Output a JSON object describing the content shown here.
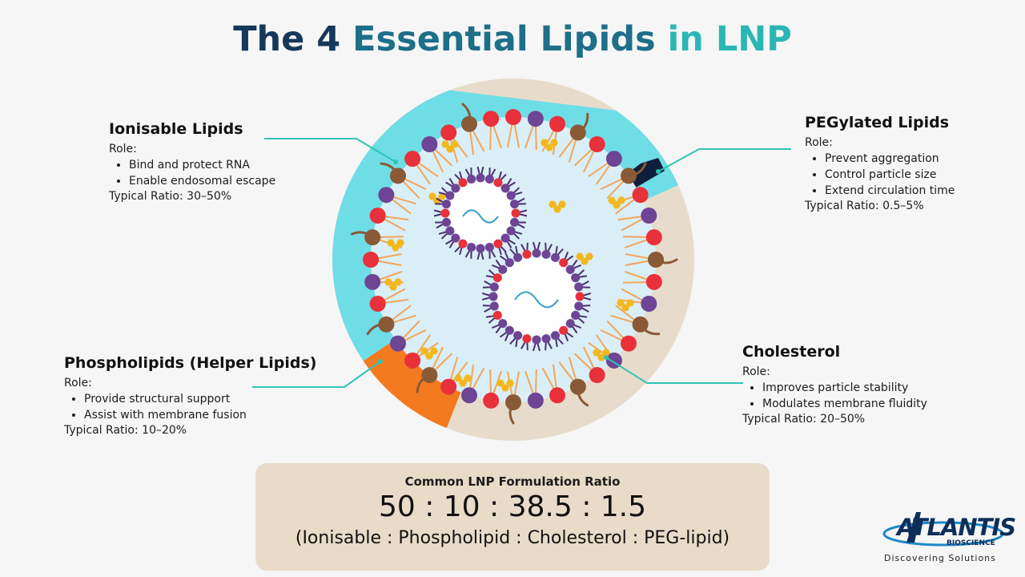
{
  "title": {
    "part1": "The 4 ",
    "part2": "Essential Lipids ",
    "part3": "in LNP"
  },
  "ionisable": {
    "heading": "Ionisable Lipids",
    "role_label": "Role:",
    "bullets": [
      "Bind and protect RNA",
      "Enable endosomal escape"
    ],
    "ratio": "Typical Ratio: 30–50%"
  },
  "pegylated": {
    "heading": "PEGylated Lipids",
    "role_label": "Role:",
    "bullets": [
      "Prevent aggregation",
      "Control particle size",
      "Extend circulation time"
    ],
    "ratio": "Typical Ratio:  0.5–5%"
  },
  "phospholipids": {
    "heading": "Phospholipids (Helper Lipids)",
    "role_label": "Role:",
    "bullets": [
      "Provide structural support",
      "Assist with membrane fusion"
    ],
    "ratio": "Typical Ratio:  10–20%"
  },
  "cholesterol": {
    "heading": "Cholesterol",
    "role_label": "Role:",
    "bullets": [
      "Improves particle stability",
      "Modulates membrane fluidity"
    ],
    "ratio": "Typical Ratio: 20–50%"
  },
  "formulation": {
    "title": "Common LNP Formulation Ratio",
    "ratio": "50 : 10 : 38.5 : 1.5",
    "legend": "(Ionisable : Phospholipid : Cholesterol : PEG-lipid)"
  },
  "logo": {
    "name": "ATLANTIS",
    "sub": "BIOSCIENCE",
    "tagline": "Discovering Solutions"
  },
  "colors": {
    "ionisable_sector": "#6fdde6",
    "cholesterol_sector": "#e7dccb",
    "phospholipid_sector": "#f47a20",
    "peg_sector": "#0e1e3b",
    "core": "#d9eef6",
    "connector": "#2ec4b6",
    "red_head": "#e8313a",
    "purple_head": "#6e4495",
    "brown_head": "#8a5a36",
    "cholesterol_mol": "#f2b81d",
    "tail": "#4a2f6e"
  }
}
